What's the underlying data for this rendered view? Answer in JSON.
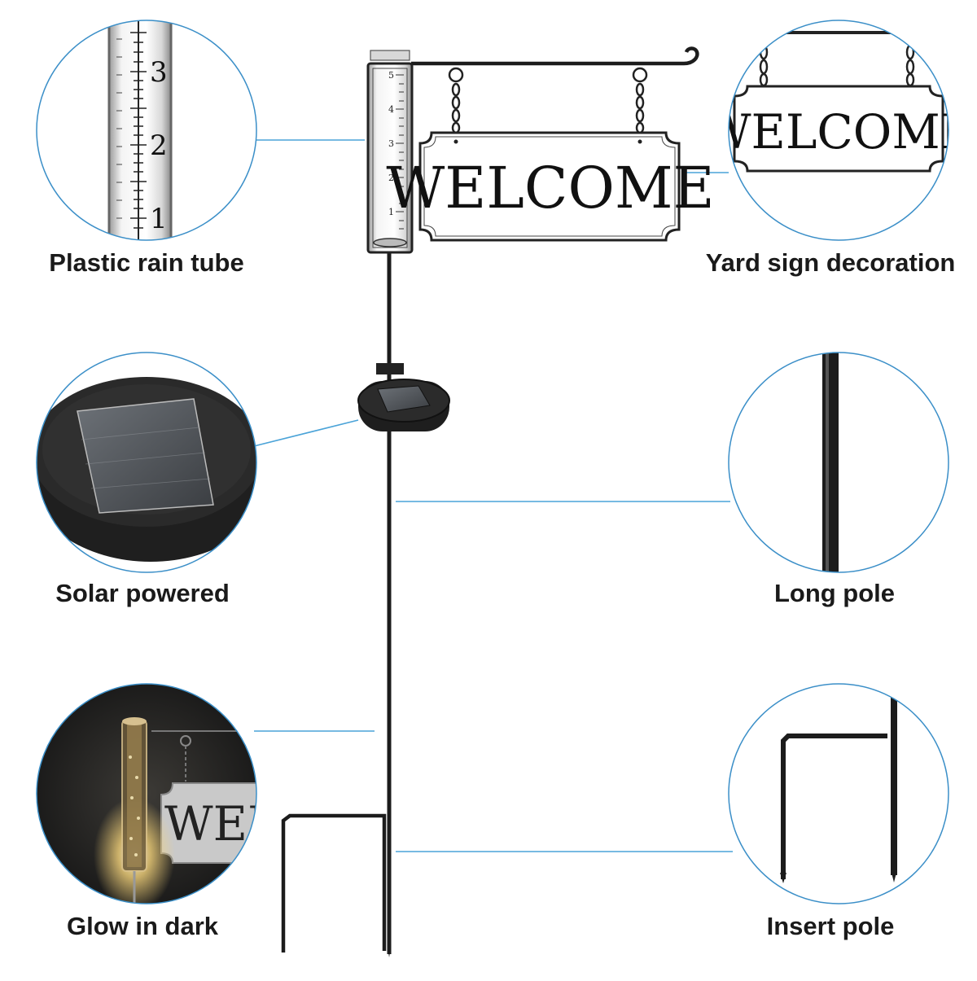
{
  "features": {
    "rain_tube": "Plastic rain tube",
    "yard_sign": "Yard sign decoration",
    "solar": "Solar powered",
    "long_pole": "Long pole",
    "glow": "Glow in dark",
    "insert_pole": "Insert pole"
  },
  "sign": {
    "text": "WELCOME",
    "glow_sign_text": "WELC"
  },
  "tube_scale": {
    "main_numbers": [
      "5",
      "4",
      "3",
      "2",
      "1"
    ],
    "zoom_numbers": [
      "3",
      "2",
      "1"
    ]
  },
  "colors": {
    "callout_line": "#4aa3d8",
    "circle_border": "#3b8fc8",
    "pole": "#1c1c1c"
  }
}
